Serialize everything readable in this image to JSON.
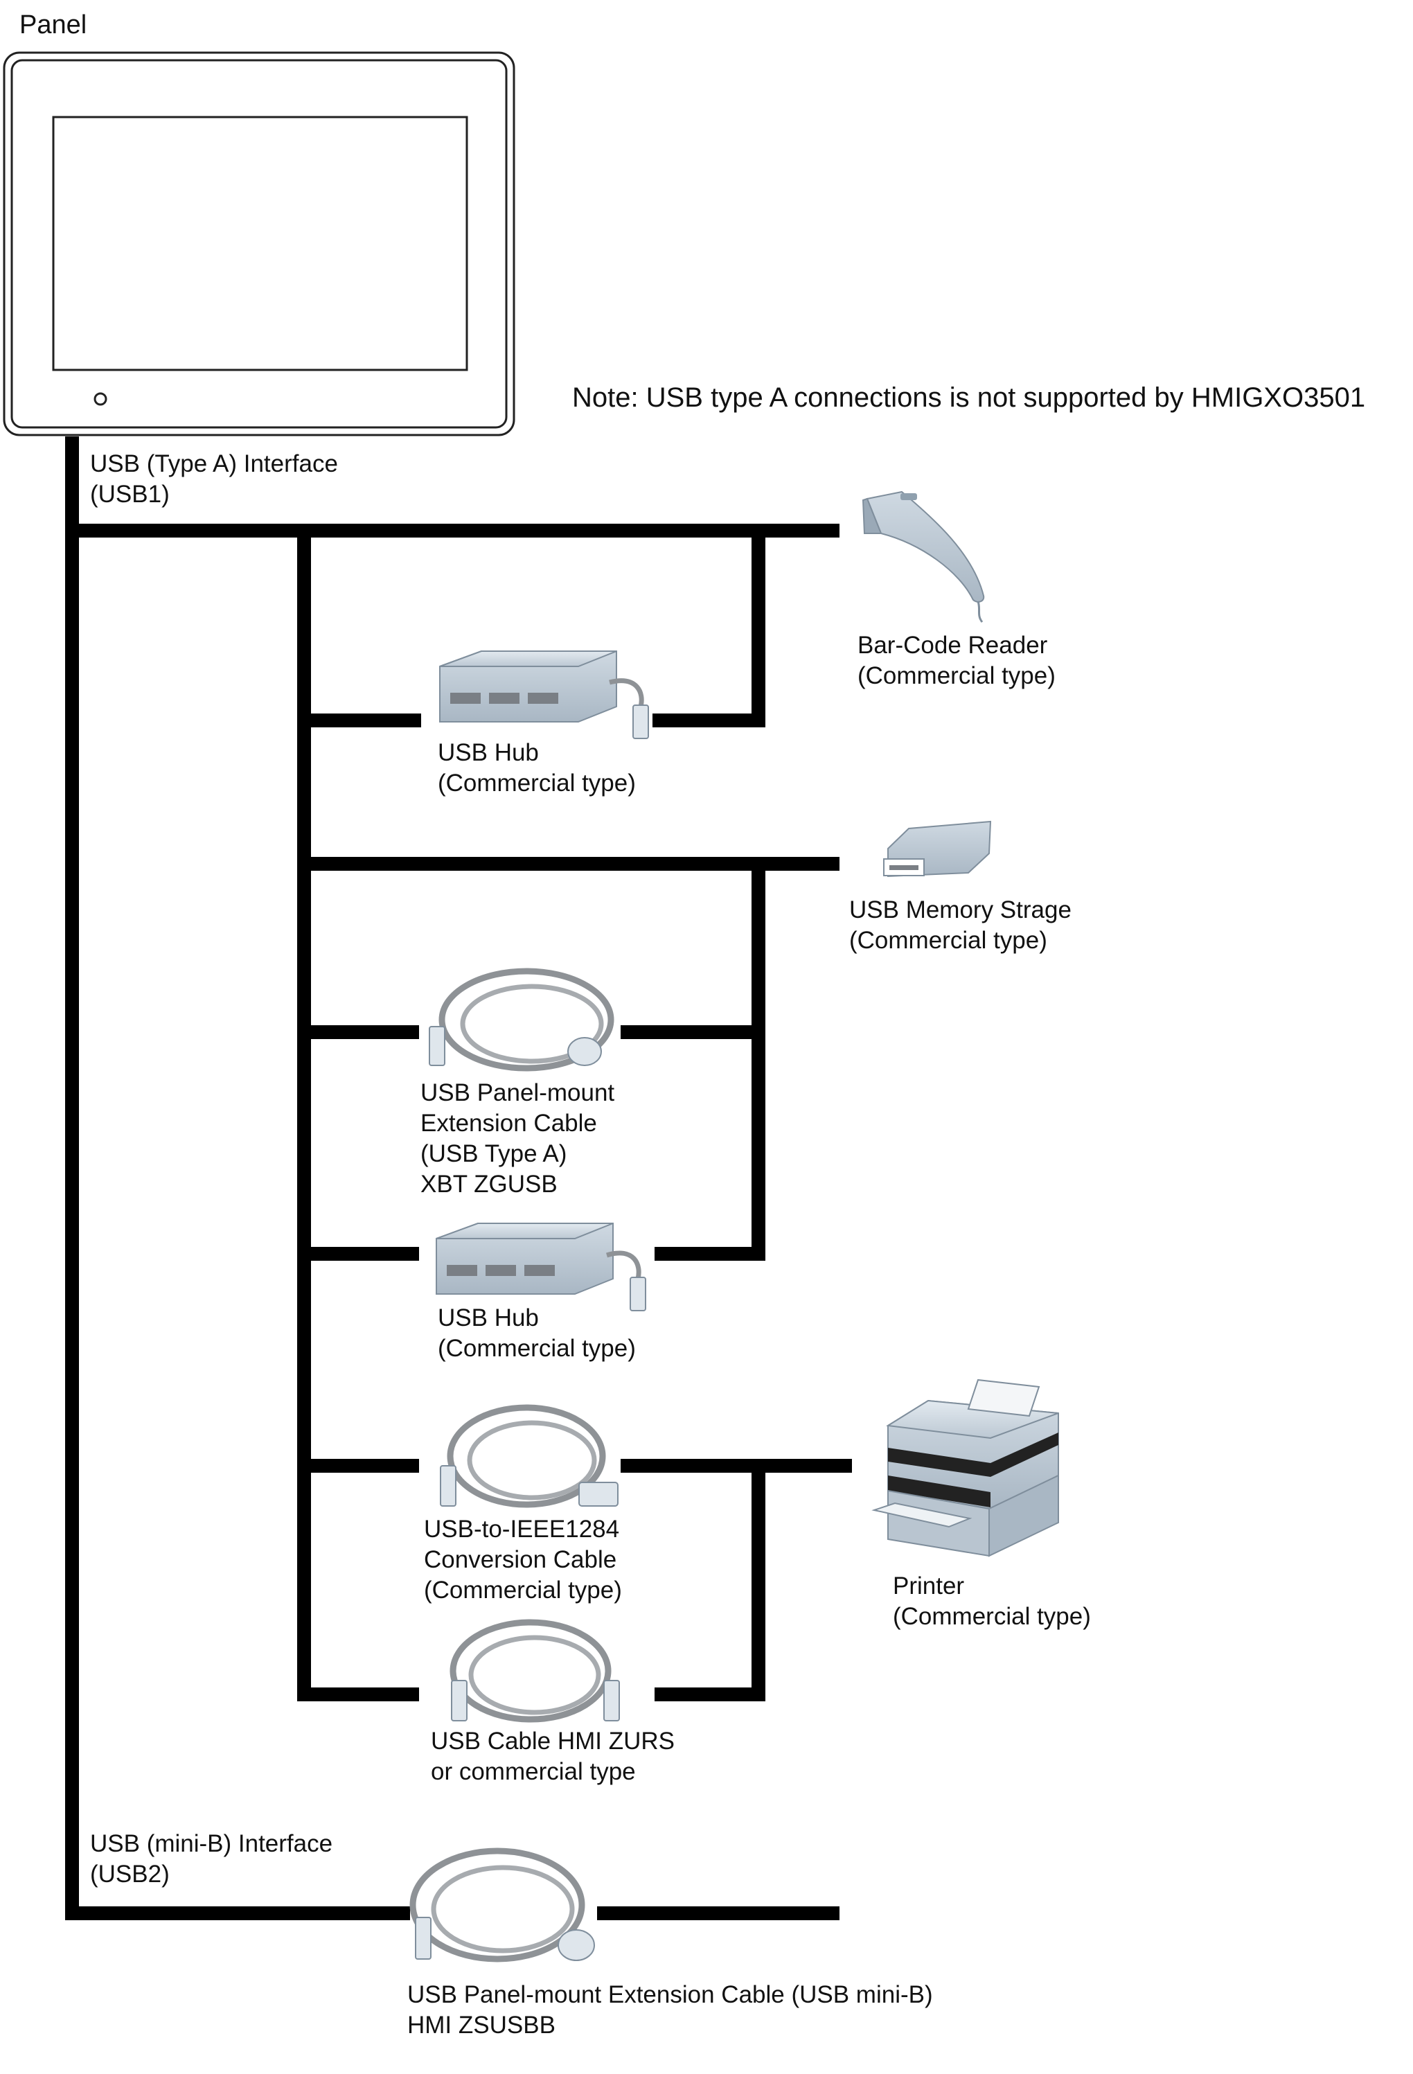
{
  "panel": {
    "title": "Panel"
  },
  "note": "Note: USB type A connections is not supported by HMIGXO3501",
  "usb1": {
    "line1": "USB (Type A) Interface",
    "line2": "(USB1)"
  },
  "usb2": {
    "line1": "USB (mini-B) Interface",
    "line2": "(USB2)"
  },
  "devices": {
    "barcode": {
      "line1": "Bar-Code Reader",
      "line2": "(Commercial type)"
    },
    "hub1": {
      "line1": "USB Hub",
      "line2": "(Commercial type)"
    },
    "memory": {
      "line1": "USB Memory Strage",
      "line2": "(Commercial type)"
    },
    "ext_a": {
      "line1": "USB Panel-mount",
      "line2": "Extension Cable",
      "line3": "(USB Type A)",
      "line4": "XBT ZGUSB"
    },
    "hub2": {
      "line1": "USB Hub",
      "line2": "(Commercial type)"
    },
    "ieee": {
      "line1": "USB-to-IEEE1284",
      "line2": "Conversion Cable",
      "line3": "(Commercial type)"
    },
    "printer": {
      "line1": "Printer",
      "line2": "(Commercial type)"
    },
    "usbcable": {
      "line1": "USB Cable HMI ZURS",
      "line2": "or commercial type"
    },
    "ext_mini": {
      "line1": "USB Panel-mount Extension Cable (USB mini-B)",
      "line2": "HMI ZSUSBB"
    }
  },
  "colors": {
    "line": "#000000",
    "device": "#c9d4de",
    "cable": "#8e9296"
  }
}
